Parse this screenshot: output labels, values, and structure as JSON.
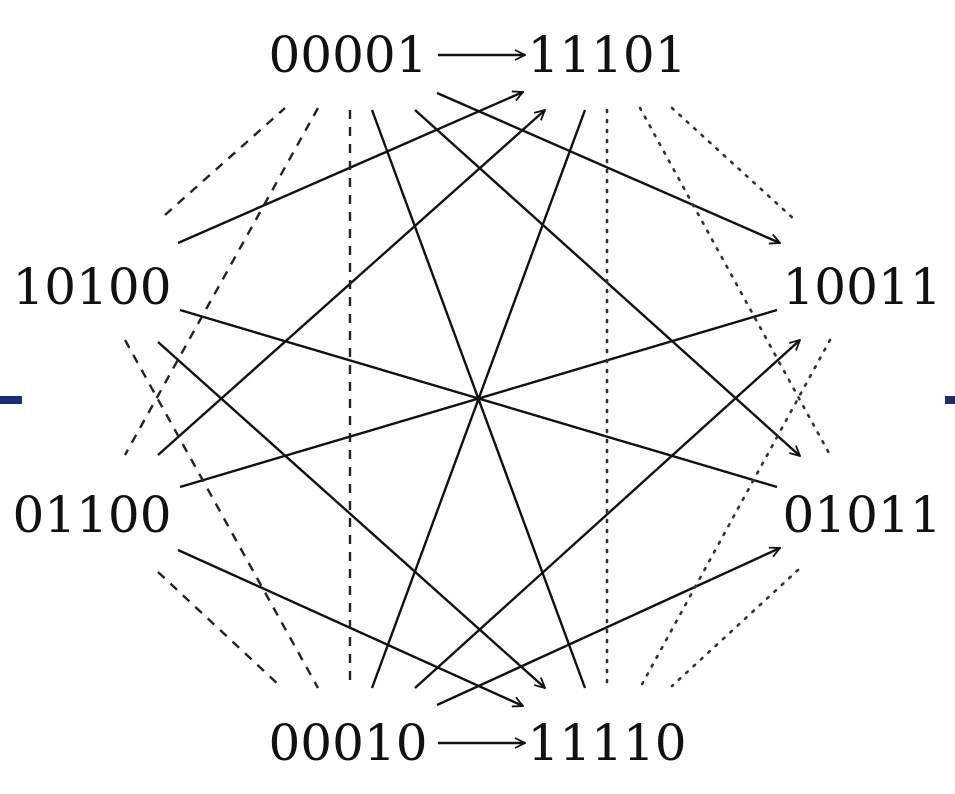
{
  "diagram": {
    "nodes": {
      "top_left": "00001",
      "top_right": "11101",
      "left_upper": "10100",
      "right_upper": "10011",
      "left_lower": "01100",
      "right_lower": "01011",
      "bottom_left": "00010",
      "bottom_right": "11110"
    },
    "colors": {
      "edge": "#111111",
      "side_bar": "#1a2e6e"
    }
  }
}
